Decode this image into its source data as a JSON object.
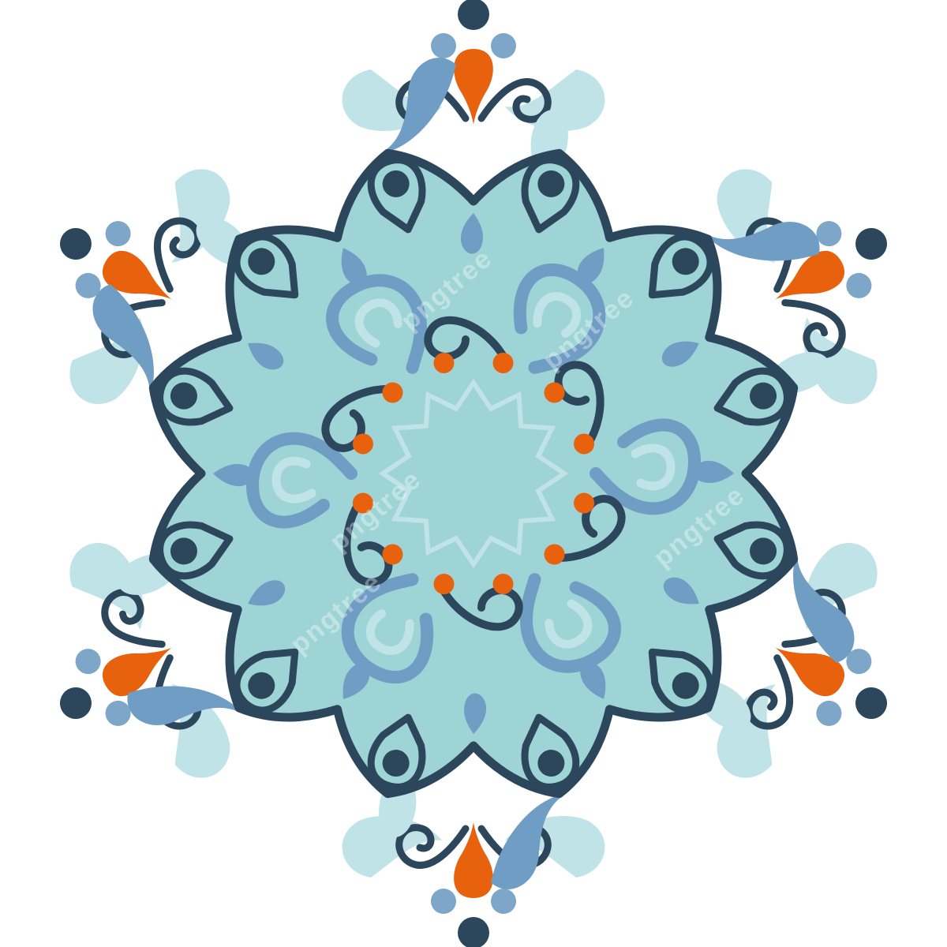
{
  "artwork": {
    "subject": "mandala-ornament",
    "symmetry_fold": 6,
    "palette": {
      "background": "#ffffff",
      "outline_navy": "#2c465c",
      "body_teal": "#9fd4d6",
      "mist_blue": "#bfe3e6",
      "steel_blue": "#6f9dc3",
      "orange": "#e8620e",
      "dot_blue": "#7ea6c9"
    }
  },
  "watermark": {
    "text": "pngtree",
    "color": "#ffffff",
    "opacity": 0.35
  }
}
